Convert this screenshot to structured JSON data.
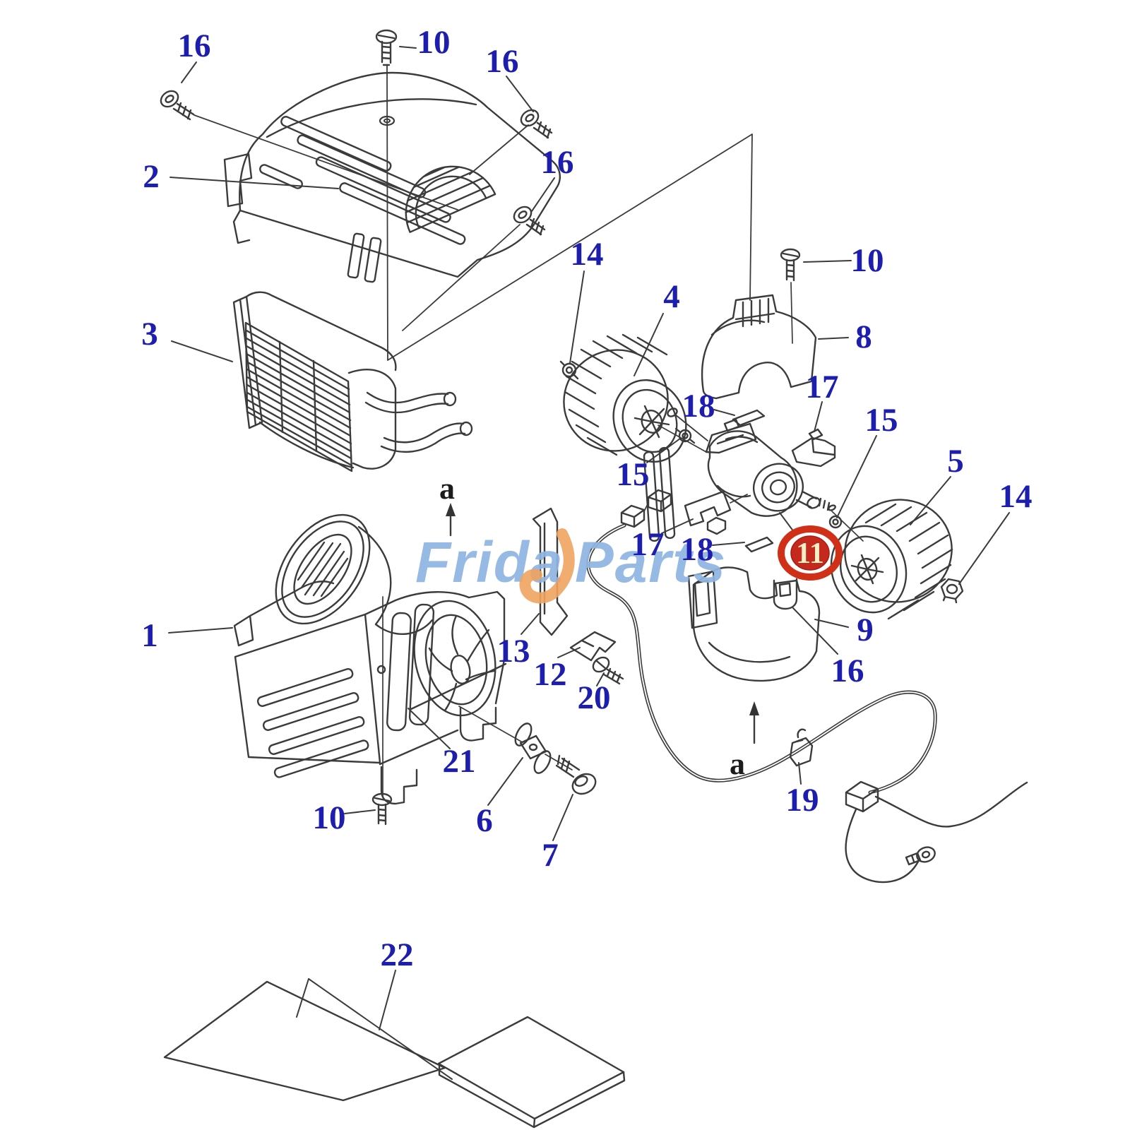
{
  "diagram": {
    "type": "exploded-parts-diagram",
    "subject": "heater / blower unit assembly",
    "line_color": "#3b3b3b",
    "background_color": "#ffffff",
    "label_color": "#1e1eae",
    "view_marker_color": "#1c1c1c"
  },
  "watermark": {
    "part1": "Frida",
    "part2": "Parts",
    "text_color": "#8fb5e3",
    "swoosh_color": "#f0a35f"
  },
  "highlight": {
    "text": "11",
    "ring_color": "#d03018",
    "disc_color": "#c5281c",
    "text_color": "#f7eec6",
    "meaning": "highlighted part number"
  },
  "callouts": [
    {
      "text": "16"
    },
    {
      "text": "10"
    },
    {
      "text": "16"
    },
    {
      "text": "16"
    },
    {
      "text": "2"
    },
    {
      "text": "3"
    },
    {
      "text": "14"
    },
    {
      "text": "4"
    },
    {
      "text": "10"
    },
    {
      "text": "8"
    },
    {
      "text": "17"
    },
    {
      "text": "18"
    },
    {
      "text": "15"
    },
    {
      "text": "5"
    },
    {
      "text": "14"
    },
    {
      "text": "15"
    },
    {
      "text": "17"
    },
    {
      "text": "18"
    },
    {
      "text": "1"
    },
    {
      "text": "13"
    },
    {
      "text": "12"
    },
    {
      "text": "20"
    },
    {
      "text": "9"
    },
    {
      "text": "16"
    },
    {
      "text": "21"
    },
    {
      "text": "10"
    },
    {
      "text": "6"
    },
    {
      "text": "7"
    },
    {
      "text": "19"
    },
    {
      "text": "22"
    },
    {
      "text": "a"
    },
    {
      "text": "a"
    }
  ]
}
